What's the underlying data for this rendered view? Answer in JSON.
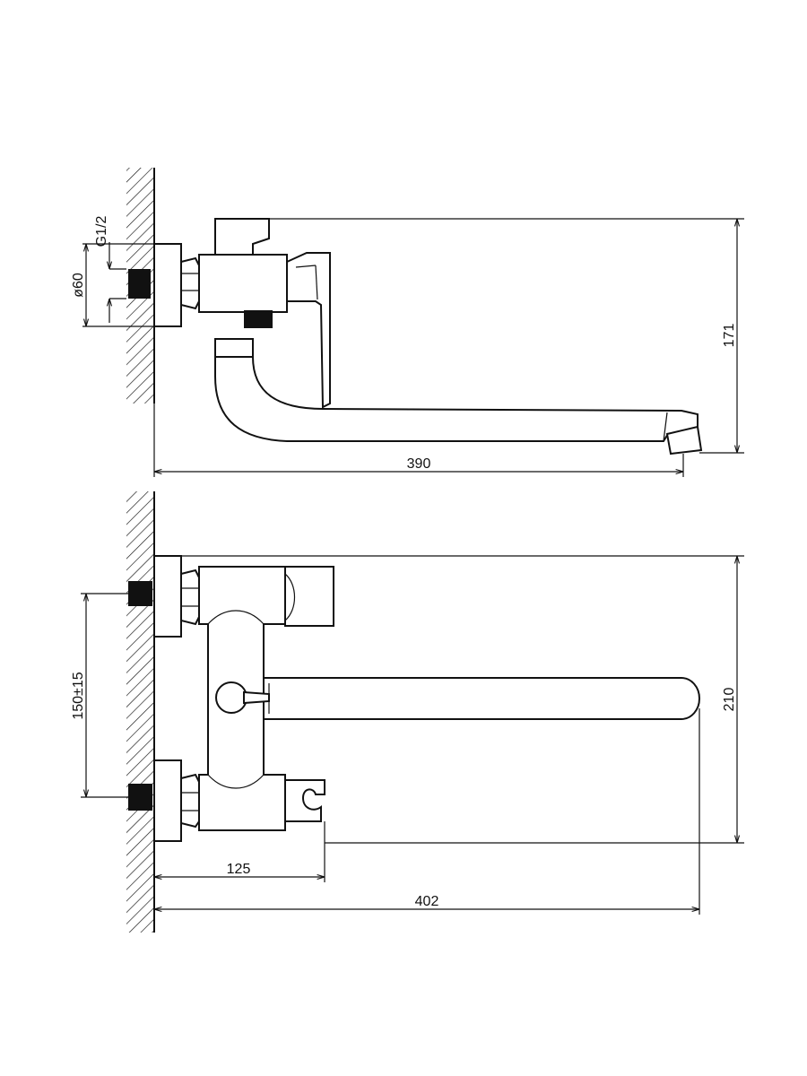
{
  "dimensions": {
    "thread": "G1/2",
    "diameter": "ø60",
    "height_side": "171",
    "length_side": "390",
    "spacing": "150±15",
    "height_front": "210",
    "length_125": "125",
    "length_402": "402"
  }
}
